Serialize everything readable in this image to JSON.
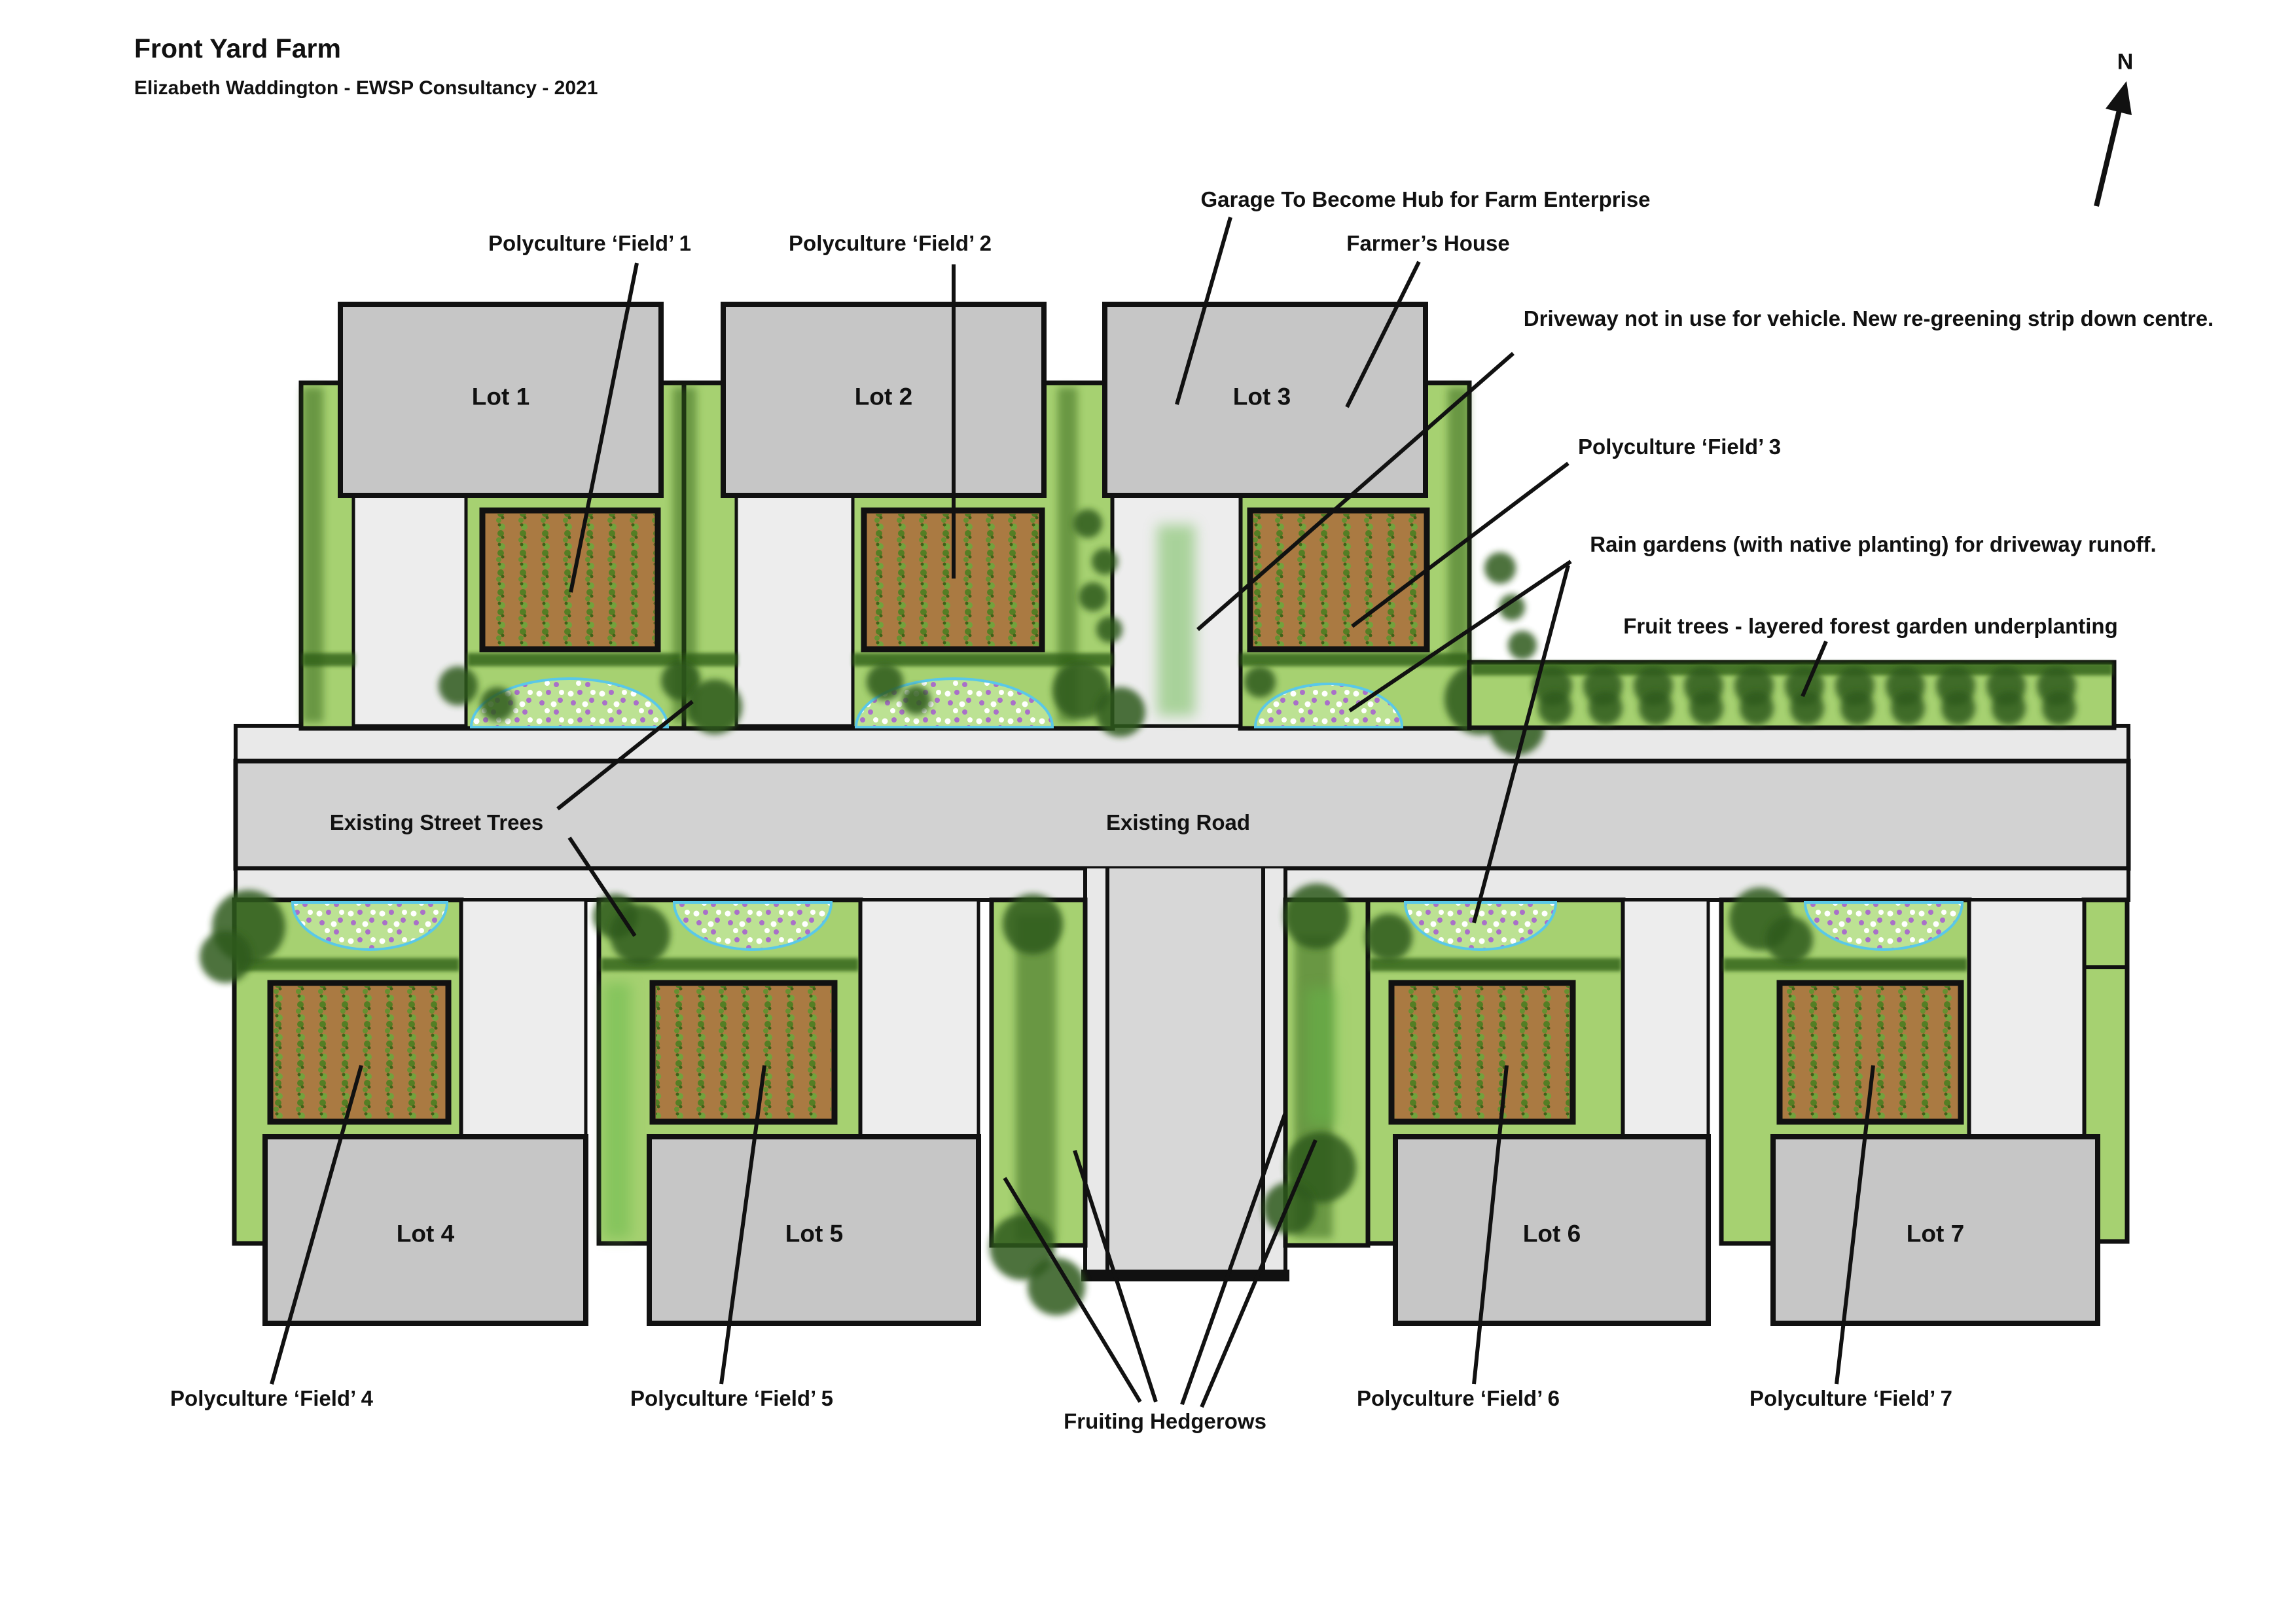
{
  "title": "Front Yard Farm",
  "subtitle": "Elizabeth Waddington - EWSP Consultancy - 2021",
  "compass": {
    "north_label": "N"
  },
  "plan": {
    "road_label": "Existing Road",
    "street_trees_label": "Existing Street Trees",
    "lots": [
      {
        "label": "Lot 1"
      },
      {
        "label": "Lot 2"
      },
      {
        "label": "Lot 3"
      },
      {
        "label": "Lot 4"
      },
      {
        "label": "Lot 5"
      },
      {
        "label": "Lot 6"
      },
      {
        "label": "Lot 7"
      }
    ],
    "annotations": {
      "garage": "Garage To Become Hub for Farm Enterprise",
      "farmers_house": "Farmer’s House",
      "driveway_note": "Driveway not in use for vehicle. New re-greening strip down centre.",
      "field1": "Polyculture ‘Field’ 1",
      "field2": "Polyculture ‘Field’ 2",
      "field3": "Polyculture ‘Field’ 3",
      "field4": "Polyculture ‘Field’ 4",
      "field5": "Polyculture ‘Field’ 5",
      "field6": "Polyculture ‘Field’ 6",
      "field7": "Polyculture ‘Field’ 7",
      "rain_gardens": "Rain gardens (with native planting) for driveway runoff.",
      "fruit_trees": "Fruit trees - layered forest garden underplanting",
      "fruiting_hedgerows": "Fruiting Hedgerows"
    }
  },
  "colors": {
    "yard": "#a6d171",
    "rg": "#bce293",
    "field": "#aa7a42",
    "tree": "#2d5a1c",
    "hedge": "#2e5f18",
    "house": "#c6c6c6",
    "road": "#d2d2d2",
    "sidewalk": "#e9e9e9",
    "drive": "#ededed",
    "cdrive": "#d7d7d7",
    "flank": "#e8e8e8",
    "ink": "#111111",
    "water": "#5ac8e8",
    "soft": "#66b84a"
  }
}
